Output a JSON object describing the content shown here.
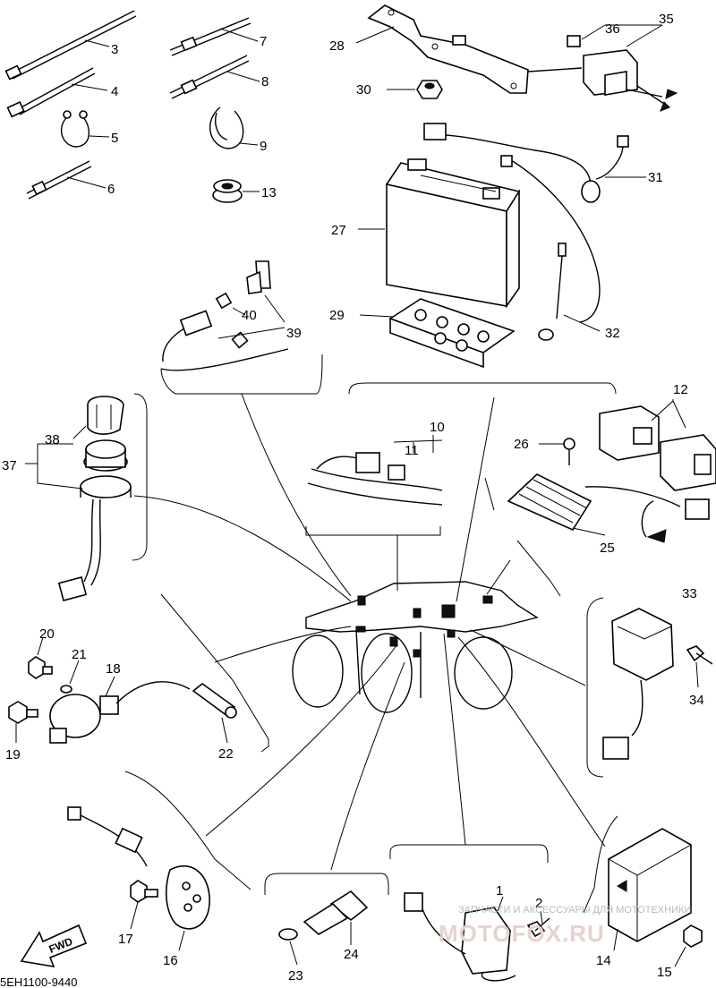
{
  "diagram": {
    "code": "5EH1100-9440",
    "fwd_label": "FWD",
    "callouts": {
      "1": "1",
      "2": "2",
      "3": "3",
      "4": "4",
      "5": "5",
      "6": "6",
      "7": "7",
      "8": "8",
      "9": "9",
      "10": "10",
      "11": "11",
      "12": "12",
      "13": "13",
      "14": "14",
      "15": "15",
      "16": "16",
      "17": "17",
      "18": "18",
      "19": "19",
      "20": "20",
      "21": "21",
      "22": "22",
      "23": "23",
      "24": "24",
      "25": "25",
      "26": "26",
      "27": "27",
      "28": "28",
      "29": "29",
      "30": "30",
      "31": "31",
      "32": "32",
      "33": "33",
      "34": "34",
      "35": "35",
      "36": "36",
      "37": "37",
      "38": "38",
      "39": "39",
      "40": "40"
    }
  },
  "watermark": {
    "caption": "ЗАПЧАСТИ И АКСЕССУАРЫ ДЛЯ МОТОТЕХНИКИ",
    "logo": "MOTOFOX.RU"
  }
}
